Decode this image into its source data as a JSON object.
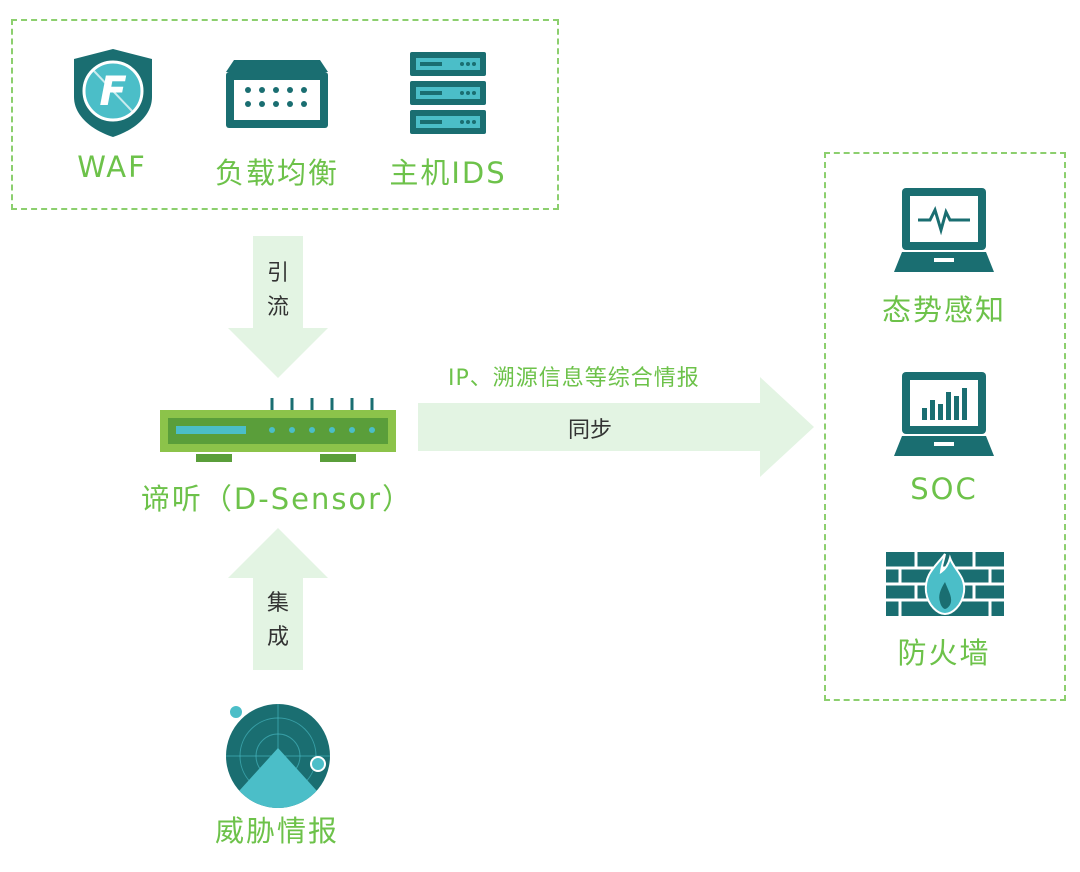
{
  "sources": {
    "items": [
      {
        "icon": "waf-shield-icon",
        "label": "WAF"
      },
      {
        "icon": "load-balancer-icon",
        "label": "负载均衡"
      },
      {
        "icon": "server-rack-icon",
        "label": "主机IDS"
      }
    ]
  },
  "arrows": {
    "ingest": {
      "chars": [
        "引",
        "流"
      ]
    },
    "integrate": {
      "chars": [
        "集",
        "成"
      ]
    },
    "sync": {
      "top_label": "IP、溯源信息等综合情报",
      "inner_label": "同步"
    }
  },
  "center": {
    "label": "谛听（D-Sensor）",
    "icon": "network-sensor-icon"
  },
  "threat": {
    "label": "威胁情报",
    "icon": "radar-icon"
  },
  "targets": {
    "items": [
      {
        "icon": "laptop-pulse-icon",
        "label": "态势感知"
      },
      {
        "icon": "laptop-chart-icon",
        "label": "SOC"
      },
      {
        "icon": "firewall-icon",
        "label": "防火墙"
      }
    ]
  },
  "colors": {
    "icon_teal": "#1a6e71",
    "accent_cyan": "#4bbec8",
    "label_green": "#6dc24a",
    "box_border": "#8ccf6e",
    "arrow_fill": "#e3f4e3",
    "device_green": "#8cc34a"
  }
}
